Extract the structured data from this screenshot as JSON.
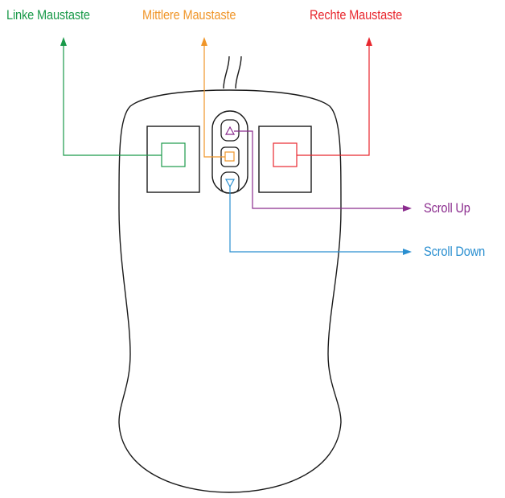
{
  "labels": {
    "left_button": "Linke Maustaste",
    "middle_button": "Mittlere Maustaste",
    "right_button": "Rechte Maustaste",
    "scroll_up": "Scroll Up",
    "scroll_down": "Scroll Down"
  },
  "colors": {
    "left_button": "#1a9a4a",
    "middle_button": "#f0962a",
    "right_button": "#e8272e",
    "scroll_up": "#8b2c8e",
    "scroll_down": "#2a8fd0",
    "outline": "#1a1a1a"
  }
}
